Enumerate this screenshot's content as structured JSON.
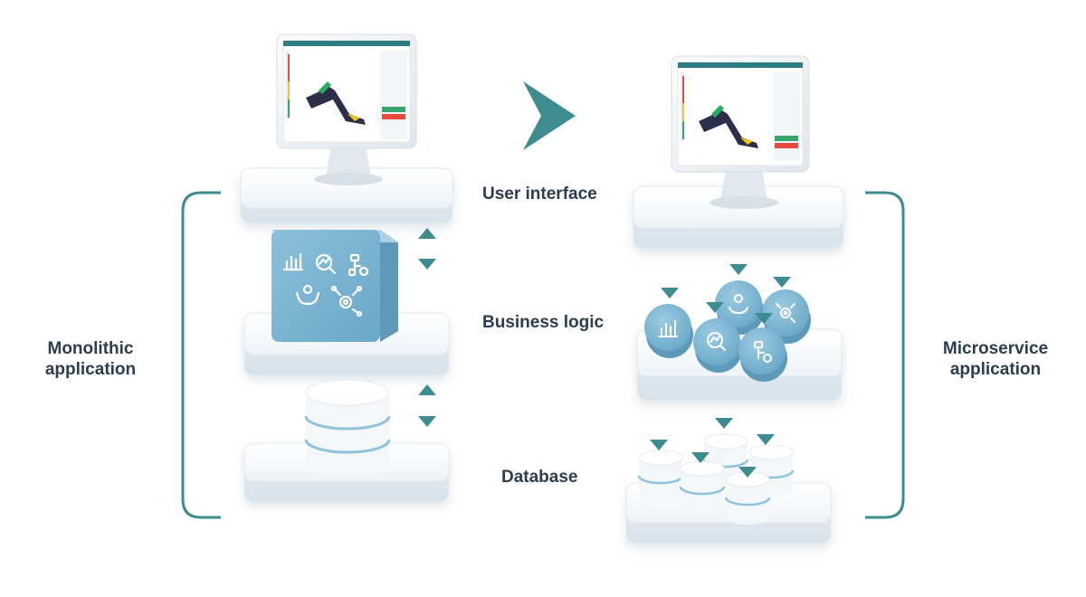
{
  "layers": {
    "user_interface": "User interface",
    "business_logic": "Business logic",
    "database": "Database"
  },
  "monolithic": {
    "line1": "Monolithic",
    "line2": "application"
  },
  "microservice": {
    "line1": "Microservice",
    "line2": "application"
  },
  "colors": {
    "accent": "#3d8c8f",
    "text": "#2b3d4f",
    "block_blue": "#7fb6d3",
    "platform": "#f3f6f9",
    "db_stripe": "#8fc3dd"
  },
  "icons": [
    "bar-chart-icon",
    "magnifier-chart-icon",
    "flowchart-gear-icon",
    "hand-gear-icon",
    "network-gear-icon",
    "forward-arrow-icon",
    "chevron-up-icon",
    "chevron-down-icon"
  ]
}
